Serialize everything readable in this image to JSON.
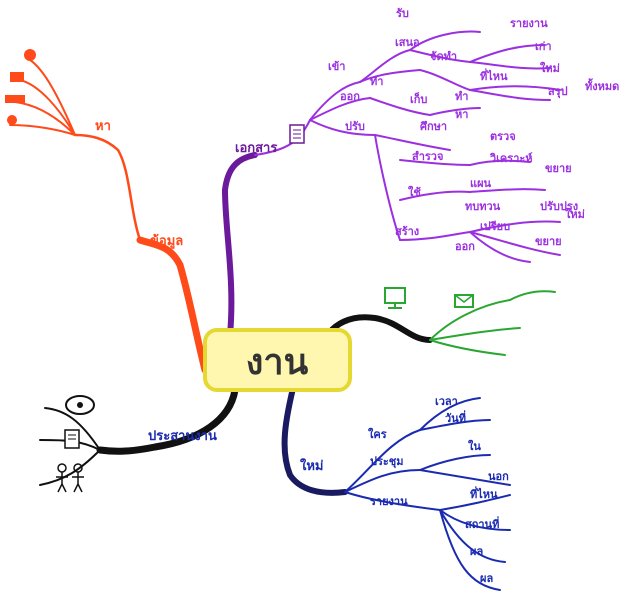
{
  "center": {
    "label": "งาน",
    "color": "#e6d832"
  },
  "colors": {
    "purple": "#9b30e0",
    "orange": "#ff4a1a",
    "blue": "#1a2bb0",
    "green": "#2aa632",
    "black": "#111111"
  },
  "branches": {
    "info": {
      "label": "ข้อมูล",
      "sub_label": "หา"
    },
    "document": {
      "label": "เอกสาร",
      "sub": {
        "in": "เข้า",
        "out": "ออก",
        "rcv": "รับ",
        "send": "เสนอ",
        "make": "ทำ",
        "keep": "เก็บ",
        "prepare": "จัดทำ",
        "summ": "สรุป",
        "do": "ทำ",
        "fetch": "หา",
        "doc_type": "ทั้งหมด",
        "where": "ที่ไหน",
        "old": "เก่า",
        "new": "ใหม่",
        "report": "รายงาน",
        "adapt": "ปรับ",
        "study": "ศึกษา",
        "check": "ตรวจ",
        "explore": "สำรวจ",
        "analyze": "วิเคราะห์",
        "extend": "ขยาย",
        "use": "ใช้",
        "plan": "แผน",
        "review": "ทบทวน",
        "imp": "ปรับปรุง",
        "create": "สร้าง",
        "compare": "เปรียบ"
      }
    },
    "electronic": {
      "label": "อีเมล์"
    },
    "coordinate": {
      "label": "ประสานงาน"
    },
    "new_work": {
      "label": "ใหม่",
      "sub": {
        "who": "ใคร",
        "meeting": "ประชุม",
        "where": "ที่ไหน",
        "in": "ใน",
        "out": "นอก",
        "report": "รายงาน",
        "time": "เวลา",
        "date": "วันที่",
        "place": "สถานที่",
        "result": "ผล"
      }
    }
  }
}
